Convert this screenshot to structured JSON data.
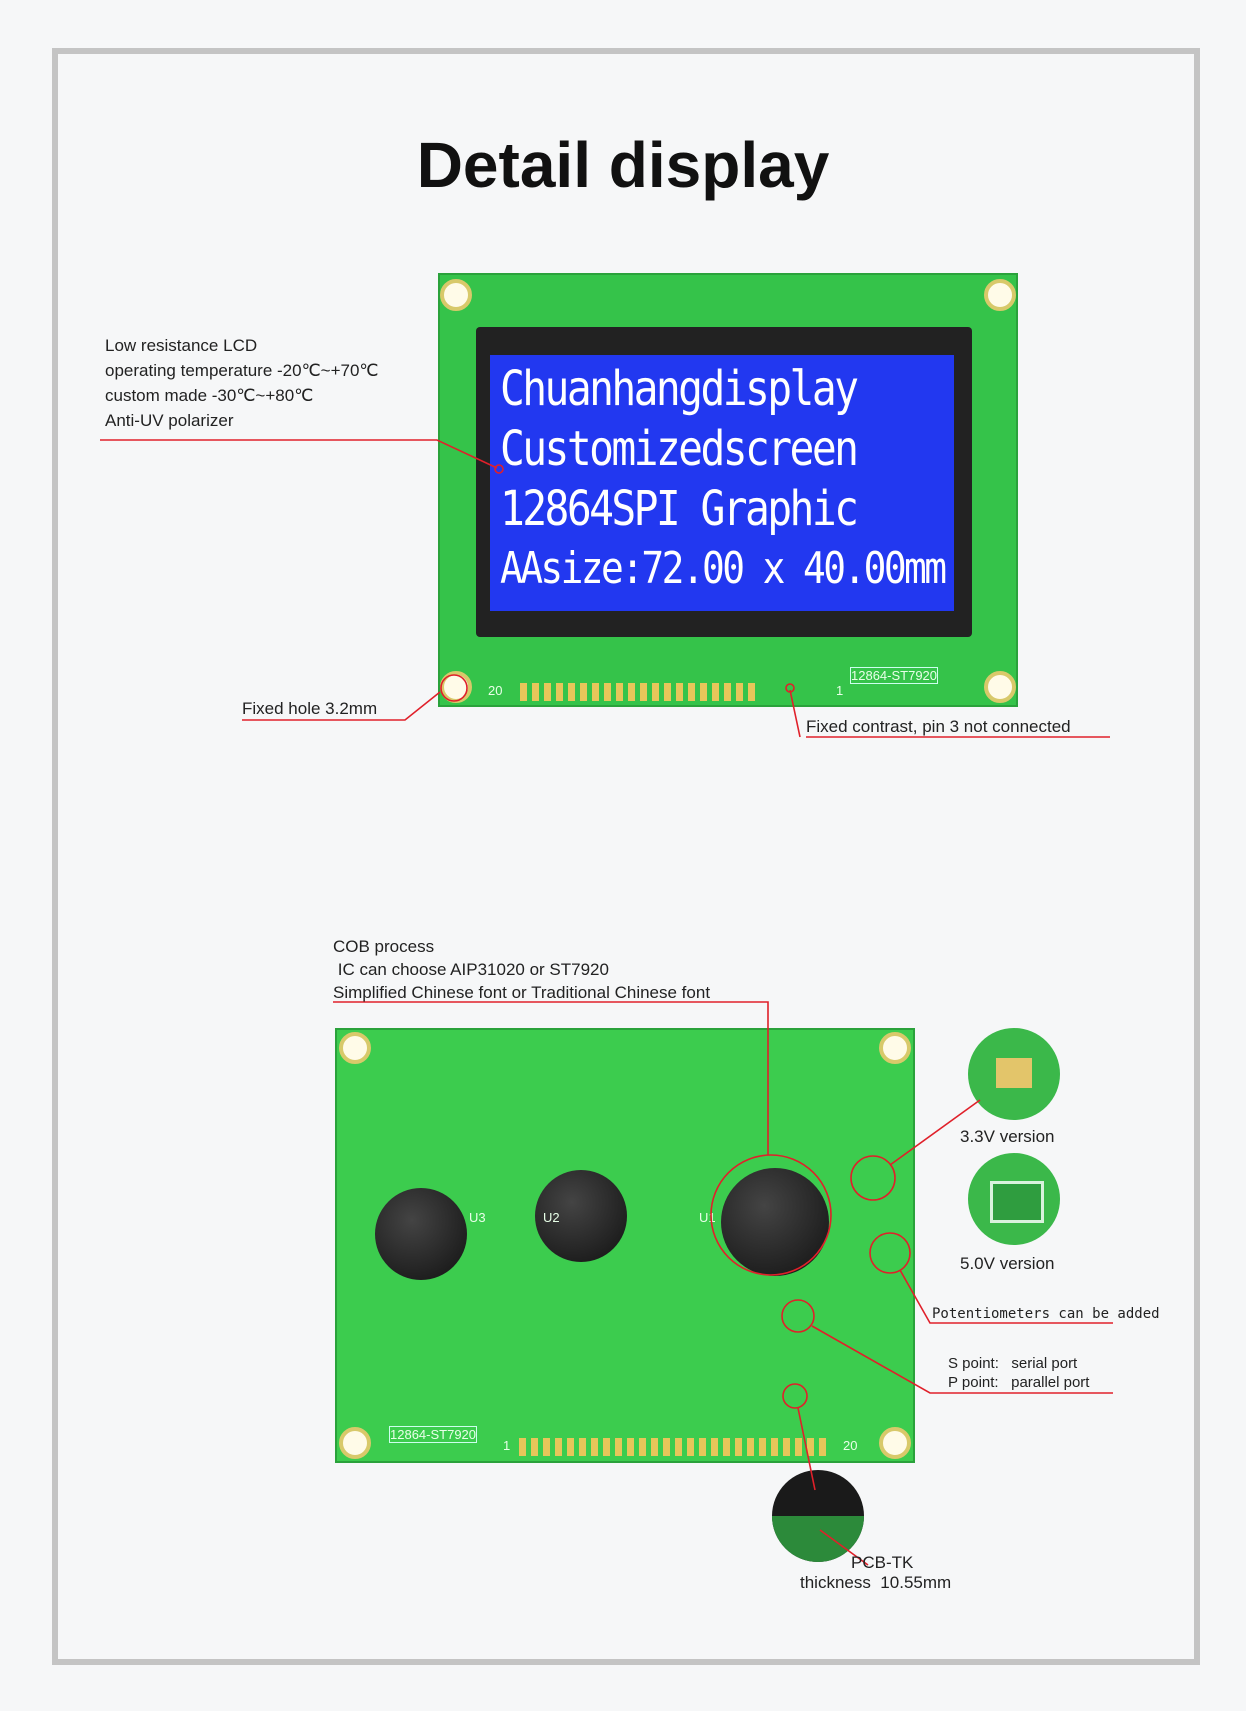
{
  "title": "Detail display",
  "lcd_front": {
    "screen_lines": [
      "Chuanhangdisplay",
      "Customizedscreen",
      "12864SPI Graphic",
      "AAsize:72.00 x 40.00mm"
    ],
    "model_label": "12864-ST7920",
    "pin_first": "20",
    "pin_last": "1"
  },
  "lcd_back": {
    "model_label": "12864-ST7920",
    "pin_first": "1",
    "pin_last": "20",
    "ic_labels": [
      "U3",
      "U2",
      "U1"
    ]
  },
  "annotations": {
    "lcd_features": [
      "Low resistance LCD",
      "operating temperature -20℃~+70℃",
      "custom made -30℃~+80℃",
      "Anti-UV polarizer"
    ],
    "fixed_hole": "Fixed hole 3.2mm",
    "fixed_contrast": "Fixed contrast, pin 3 not connected",
    "cob": [
      "COB process",
      " IC can choose AIP31020 or ST7920",
      "Simplified Chinese font or Traditional Chinese font"
    ],
    "v33": "3.3V version",
    "v50": "5.0V version",
    "potentiometers": "Potentiometers can be added",
    "s_point": "S point:   serial port",
    "p_point": "P point:   parallel port",
    "pcb_tk": "PCB-TK",
    "thickness": "thickness  10.55mm"
  },
  "colors": {
    "annotation_line": "#e0202a",
    "pcb": "#3ccc4e",
    "screen": "#2238f0"
  }
}
